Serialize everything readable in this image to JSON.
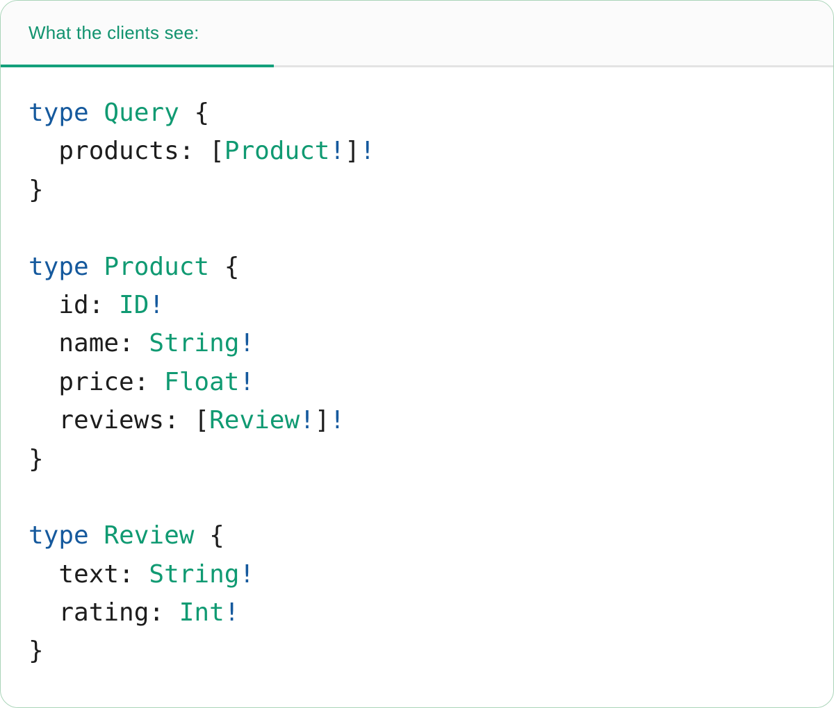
{
  "theme": {
    "card-border": "#a9d4b8",
    "header-bg": "#fbfbfb",
    "header-text": "#12936f",
    "tab-underline": "#14a07b",
    "divider": "#e3e3e3",
    "code-bg": "#ffffff",
    "kw": "#15599d",
    "ty": "#109a72",
    "pl": "#1d1d1d"
  },
  "header": {
    "tab_label": "What the clients see:"
  },
  "code": {
    "language": "graphql",
    "lines": [
      [
        {
          "t": "type",
          "c": "kw"
        },
        {
          "t": " ",
          "c": "pl"
        },
        {
          "t": "Query",
          "c": "ty"
        },
        {
          "t": " {",
          "c": "pl"
        }
      ],
      [
        {
          "t": "  products: [",
          "c": "pl"
        },
        {
          "t": "Product",
          "c": "ty"
        },
        {
          "t": "!",
          "c": "kw"
        },
        {
          "t": "]",
          "c": "pl"
        },
        {
          "t": "!",
          "c": "kw"
        }
      ],
      [
        {
          "t": "}",
          "c": "pl"
        }
      ],
      [],
      [
        {
          "t": "type",
          "c": "kw"
        },
        {
          "t": " ",
          "c": "pl"
        },
        {
          "t": "Product",
          "c": "ty"
        },
        {
          "t": " {",
          "c": "pl"
        }
      ],
      [
        {
          "t": "  id: ",
          "c": "pl"
        },
        {
          "t": "ID",
          "c": "ty"
        },
        {
          "t": "!",
          "c": "kw"
        }
      ],
      [
        {
          "t": "  name: ",
          "c": "pl"
        },
        {
          "t": "String",
          "c": "ty"
        },
        {
          "t": "!",
          "c": "kw"
        }
      ],
      [
        {
          "t": "  price: ",
          "c": "pl"
        },
        {
          "t": "Float",
          "c": "ty"
        },
        {
          "t": "!",
          "c": "kw"
        }
      ],
      [
        {
          "t": "  reviews: [",
          "c": "pl"
        },
        {
          "t": "Review",
          "c": "ty"
        },
        {
          "t": "!",
          "c": "kw"
        },
        {
          "t": "]",
          "c": "pl"
        },
        {
          "t": "!",
          "c": "kw"
        }
      ],
      [
        {
          "t": "}",
          "c": "pl"
        }
      ],
      [],
      [
        {
          "t": "type",
          "c": "kw"
        },
        {
          "t": " ",
          "c": "pl"
        },
        {
          "t": "Review",
          "c": "ty"
        },
        {
          "t": " {",
          "c": "pl"
        }
      ],
      [
        {
          "t": "  text: ",
          "c": "pl"
        },
        {
          "t": "String",
          "c": "ty"
        },
        {
          "t": "!",
          "c": "kw"
        }
      ],
      [
        {
          "t": "  rating: ",
          "c": "pl"
        },
        {
          "t": "Int",
          "c": "ty"
        },
        {
          "t": "!",
          "c": "kw"
        }
      ],
      [
        {
          "t": "}",
          "c": "pl"
        }
      ]
    ]
  }
}
